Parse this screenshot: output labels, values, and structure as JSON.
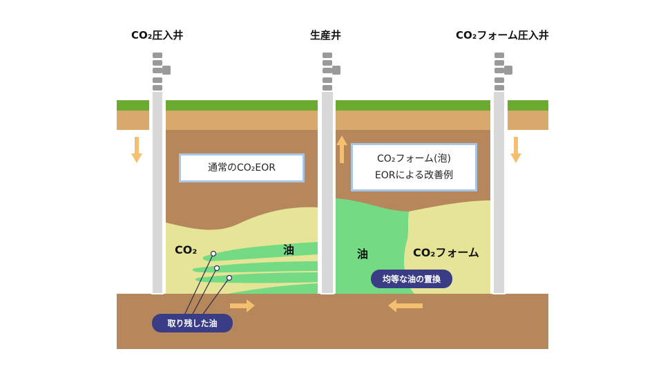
{
  "wells": {
    "left": "CO₂圧入井",
    "center": "生産井",
    "right": "CO₂フォーム圧入井"
  },
  "panels": {
    "left": {
      "title": "通常のCO₂EOR",
      "gas_label": "CO₂",
      "oil_label": "油",
      "callout": "取り残した油"
    },
    "right": {
      "title_line1": "CO₂フォーム(泡)",
      "title_line2": "EORによる改善例",
      "foam_label": "CO₂フォーム",
      "oil_label": "油",
      "callout": "均等な油の置換"
    }
  },
  "colors": {
    "grass": "#6aaa2e",
    "topsoil": "#d9a86c",
    "earth": "#b5875a",
    "gas_zone": "#e6e497",
    "oil": "#74db84",
    "well": "#d8d8d8",
    "arrow": "#f4c070",
    "box_border": "#a8c6ea",
    "pill": "#3a3d86"
  }
}
